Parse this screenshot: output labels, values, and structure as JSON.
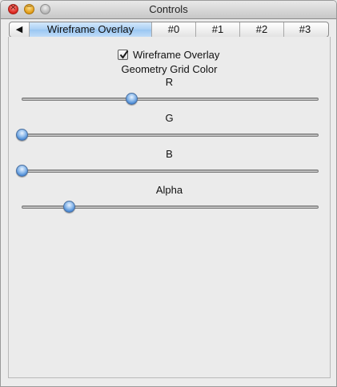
{
  "window": {
    "title": "Controls"
  },
  "tabs": {
    "scroll_left_icon": "left-triangle-icon",
    "items": [
      {
        "label": "Wireframe Overlay",
        "active": true
      },
      {
        "label": "#0"
      },
      {
        "label": "#1"
      },
      {
        "label": "#2"
      },
      {
        "label": "#3"
      }
    ]
  },
  "panel": {
    "checkbox": {
      "label": "Wireframe Overlay",
      "checked": true
    },
    "group_title": "Geometry Grid Color",
    "sliders": [
      {
        "label": "R",
        "value": 0.37
      },
      {
        "label": "G",
        "value": 0.0
      },
      {
        "label": "B",
        "value": 0.0
      },
      {
        "label": "Alpha",
        "value": 0.16
      }
    ]
  },
  "colors": {
    "knob": "#3d7fcf",
    "active_tab": "#a9cff4"
  }
}
